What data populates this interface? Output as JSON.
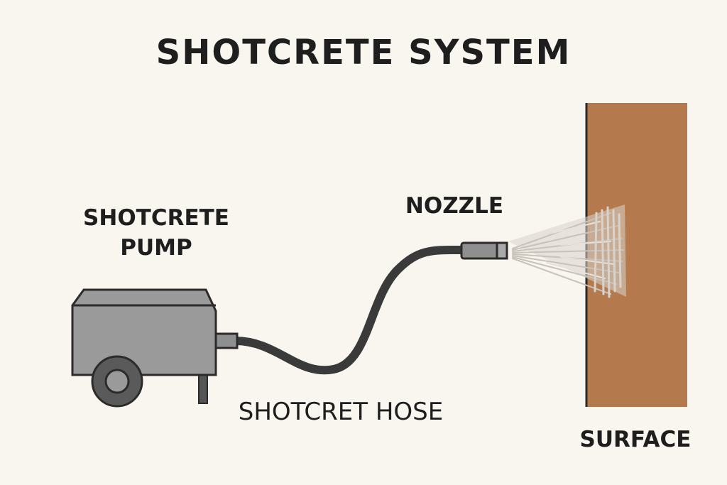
{
  "title": "SHOTCRETE SYSTEM",
  "labels": {
    "pump": "SHOTCRETE PUMP",
    "nozzle": "NOZZLE",
    "hose": "SHOTCRET HOSE",
    "surface": "SURFACE"
  },
  "colors": {
    "background": "#f8f6ef",
    "pump_body": "#9a9a9a",
    "hose": "#3a3a3a",
    "nozzle": "#8f8f8f",
    "spray": "#c8c2ba",
    "surface": "#b47a4e",
    "outline": "#2b2b2b"
  },
  "icons": {
    "pump": "shotcrete-pump-icon",
    "nozzle": "nozzle-icon",
    "spray": "spray-icon",
    "surface": "surface-wall-icon"
  }
}
